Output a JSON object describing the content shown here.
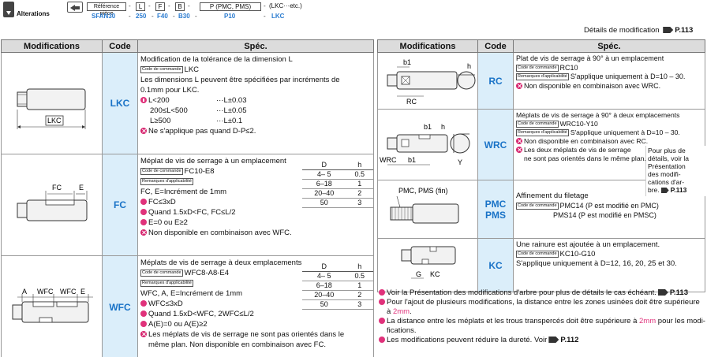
{
  "header": {
    "alterations_label": "Alterations",
    "ref_box": "Référence pièce",
    "ref_value": "SFAN30",
    "fields": [
      "250",
      "F40",
      "B30",
      "P10",
      "LKC"
    ],
    "box_L": "L",
    "box_F": "F",
    "box_B": "B",
    "box_P": "P (PMC, PMS)",
    "tail": "(LKC···etc.)",
    "dashes": "-"
  },
  "detail_link": {
    "text": "Détails de modification",
    "page": "P.113"
  },
  "columns": {
    "modifications": "Modifications",
    "code": "Code",
    "spec": "Spéc."
  },
  "labels": {
    "code_de_commande": "Code de commande",
    "remarques": "Remarques d'applicabilité"
  },
  "left_rows": [
    {
      "code": "LKC",
      "spec_title": "Modification de la tolérance de la dimension L",
      "cmd_code": "LKC",
      "line1": "Les dimensions L peuvent être spécifiées par incréments de",
      "line2": "0.1mm pour LKC.",
      "tol": [
        [
          "L<200",
          "···L±0.03"
        ],
        [
          "200≤L<500",
          "···L±0.05"
        ],
        [
          "L≥500",
          "···L±0.1"
        ]
      ],
      "note_x": "Ne s'applique pas quand D-P≤2.",
      "ill_labels": [
        "LKC"
      ]
    },
    {
      "code": "FC",
      "spec_title": "Méplat de vis de serrage à un emplacement",
      "cmd_code": "FC10-E8",
      "line_f": "FC, E=Incrément de 1mm",
      "notes": [
        "FC≤3xD",
        "Quand 1.5xD<FC, FC≤L/2",
        "E=0 ou E≥2"
      ],
      "note_x": "Non disponible en combinaison avec WFC.",
      "mini": {
        "headers": [
          "D",
          "h"
        ],
        "rows": [
          [
            "4– 5",
            "0.5"
          ],
          [
            "6–18",
            "1"
          ],
          [
            "20–40",
            "2"
          ],
          [
            "50",
            "3"
          ]
        ]
      },
      "ill_labels": [
        "FC",
        "E"
      ]
    },
    {
      "code": "WFC",
      "spec_title": "Méplats de vis de serrage à deux emplacements",
      "cmd_code": "WFC8-A8-E4",
      "line_f": "WFC, A, E=Incrément de 1mm",
      "notes": [
        "WFC≤3xD",
        "Quand 1.5xD<WFC, 2WFC≤L/2",
        "A(E)=0 ou A(E)≥2"
      ],
      "note_x1": "Les méplats de vis de serrage ne sont pas orientés dans le",
      "note_x2": "même plan. Non disponible en combinaison avec FC.",
      "mini": {
        "headers": [
          "D",
          "h"
        ],
        "rows": [
          [
            "4– 5",
            "0.5"
          ],
          [
            "6–18",
            "1"
          ],
          [
            "20–40",
            "2"
          ],
          [
            "50",
            "3"
          ]
        ]
      },
      "ill_labels": [
        "A",
        "WFC",
        "WFC",
        "E"
      ]
    }
  ],
  "right_rows": [
    {
      "code": "RC",
      "spec_title": "Plat de vis de serrage à 90° à un emplacement",
      "cmd_code": "RC10",
      "rem": "S'applique uniquement à D=10 – 30.",
      "note_x": "Non disponible en combinaison avec WRC.",
      "ill_labels": [
        "b1",
        "h",
        "RC"
      ]
    },
    {
      "code": "WRC",
      "spec_title": "Méplats de vis de serrage à 90° à deux emplacements",
      "cmd_code": "WRC10-Y10",
      "rem": "S'applique uniquement à D=10 – 30.",
      "note_x1": "Non disponible en combinaison avec RC.",
      "note_x2": "Les deux méplats de vis de serrage",
      "note_x3": "ne sont pas orientés dans le même plan.",
      "ill_labels": [
        "h",
        "b1",
        "WRC",
        "b1",
        "Y"
      ]
    },
    {
      "code": "PMC",
      "code2": "PMS",
      "spec_title": "Affinement du filetage",
      "cmd_code": "PMC14 (P est modifié en PMC)",
      "line2": "PMS14 (P est modifié en PMSC)",
      "ill_labels": [
        "PMC, PMS (fin)"
      ]
    },
    {
      "code": "KC",
      "spec_title": "Une rainure est ajoutée à un emplacement.",
      "cmd_code": "KC10-G10",
      "line2": "S'applique uniquement à D=12, 16, 20, 25 et 30.",
      "ill_labels": [
        "G",
        "KC"
      ]
    }
  ],
  "side_note": {
    "lines": [
      "Pour plus de",
      "détails, voir la",
      "Présentation",
      "des modifi-",
      "cations d'ar-",
      "bre."
    ],
    "page": "P.113"
  },
  "footnotes": [
    {
      "text": "Voir la Présentation des modifications d'arbre pour plus de détails le cas échéant.",
      "page": "P.113"
    },
    {
      "text": "Pour l'ajout de plusieurs modifications, la distance entre les zones usinées doit être supérieure",
      "text2": "à",
      "red": "2mm",
      "end": "."
    },
    {
      "text": "La distance entre les méplats et les trous transpercés doit être supérieure à",
      "red": "2mm",
      "end": "pour les modi-",
      "text2": "fications."
    },
    {
      "text": "Les modifications peuvent réduire la dureté. Voir",
      "page": "P.112"
    }
  ]
}
